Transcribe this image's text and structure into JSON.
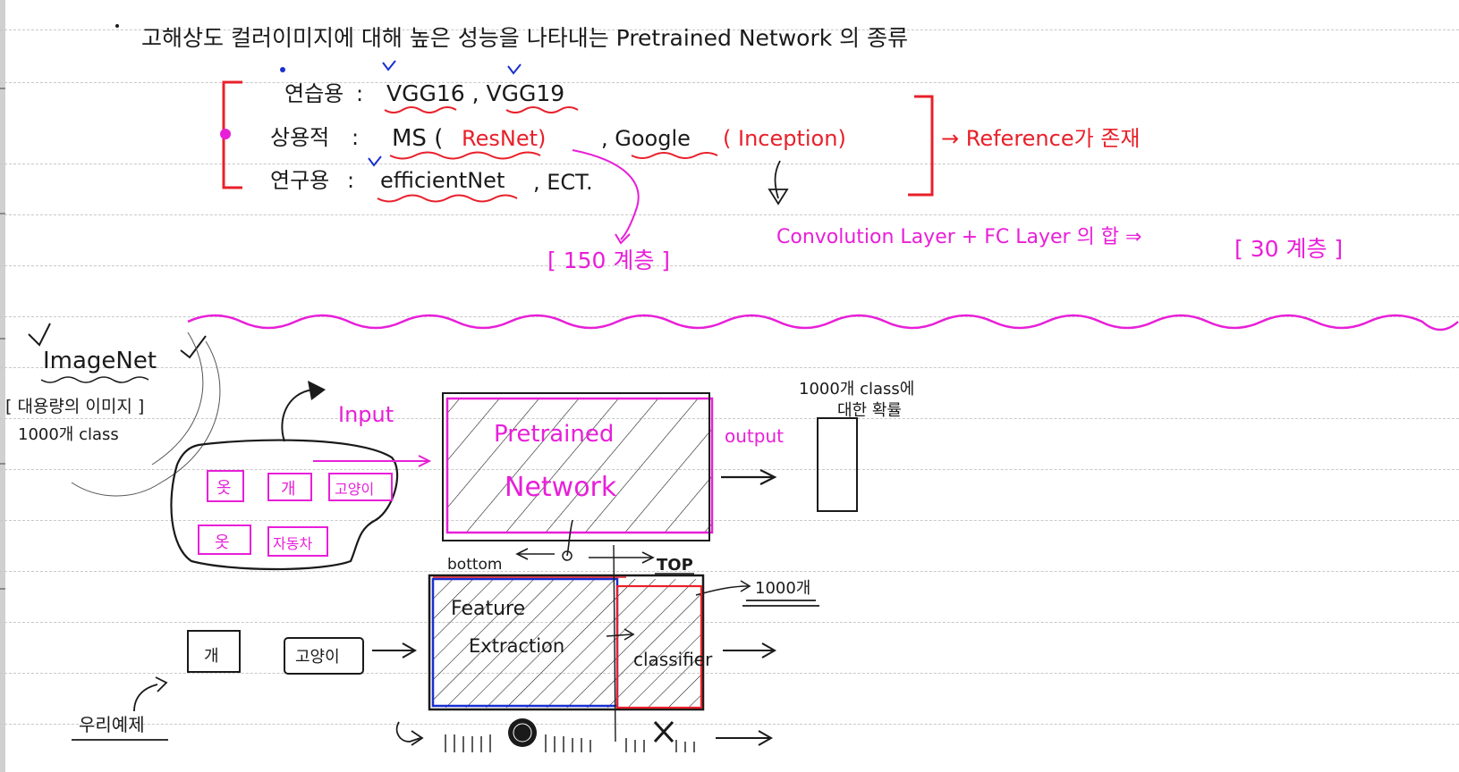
{
  "note": {
    "heading": "고해상도 컬러이미지에 대해 높은 성능을 나타내는 Pretrained Network 의 종류",
    "rows": [
      {
        "label": "연습용",
        "value": "VGG16 , VGG19"
      },
      {
        "label": "상용적",
        "value_a": "MS (",
        "value_b": "ResNet)",
        "value_c": ", Google",
        "value_d": "( Inception)"
      },
      {
        "label": "연구용",
        "value": "efficientNet",
        "value_extra": ", ECT."
      }
    ],
    "reference_note": "→ Reference가 존재",
    "resnet_layers": "[ 150 계층 ]",
    "inception_note": "Convolution Layer + FC Layer 의 합 ⇒",
    "inception_layers": "[ 30 계층 ]"
  },
  "diagram": {
    "imagenet_title": "ImageNet",
    "imagenet_desc_1": "[ 대용량의 이미지 ]",
    "imagenet_desc_2": "1000개 class",
    "input_label": "Input",
    "pretrained_label_1": "Pretrained",
    "pretrained_label_2": "Network",
    "output_label": "output",
    "output_desc_1": "1000개 class에",
    "output_desc_2": "대한 확률",
    "bottom_label": "bottom",
    "top_label": "TOP",
    "classes_count": "1000개",
    "feature_label_1": "Feature",
    "feature_label_2": "Extraction",
    "classifier_label": "classifier",
    "dataset_items": [
      "옷",
      "개",
      "고양이",
      "옷",
      "자동차"
    ],
    "our_items": [
      "개",
      "고양이"
    ],
    "our_example_label": "우리예제"
  },
  "colors": {
    "ink": "#1a1a1a",
    "red": "#e8202a",
    "magenta": "#e81fd8",
    "blue": "#1a2fd0"
  }
}
